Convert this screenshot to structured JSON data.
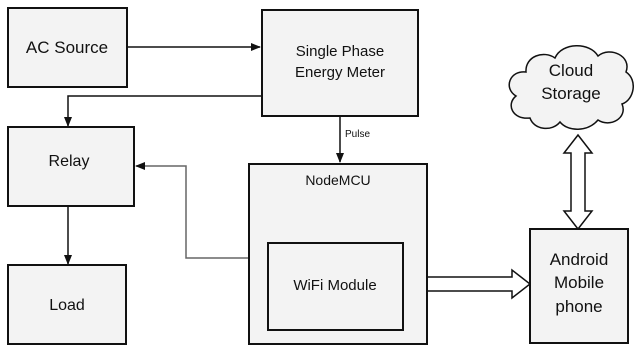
{
  "blocks": {
    "ac_source": "AC Source",
    "meter_line1": "Single Phase",
    "meter_line2": "Energy Meter",
    "relay": "Relay",
    "load": "Load",
    "nodemcu": "NodeMCU",
    "wifi": "WiFi Module",
    "cloud_line1": "Cloud",
    "cloud_line2": "Storage",
    "android_line1": "Android",
    "android_line2": "Mobile",
    "android_line3": "phone"
  },
  "edge_labels": {
    "pulse": "Pulse"
  },
  "colors": {
    "block_fill": "#f3f3f3",
    "stroke": "#111111",
    "feedback_line": "#666666"
  }
}
